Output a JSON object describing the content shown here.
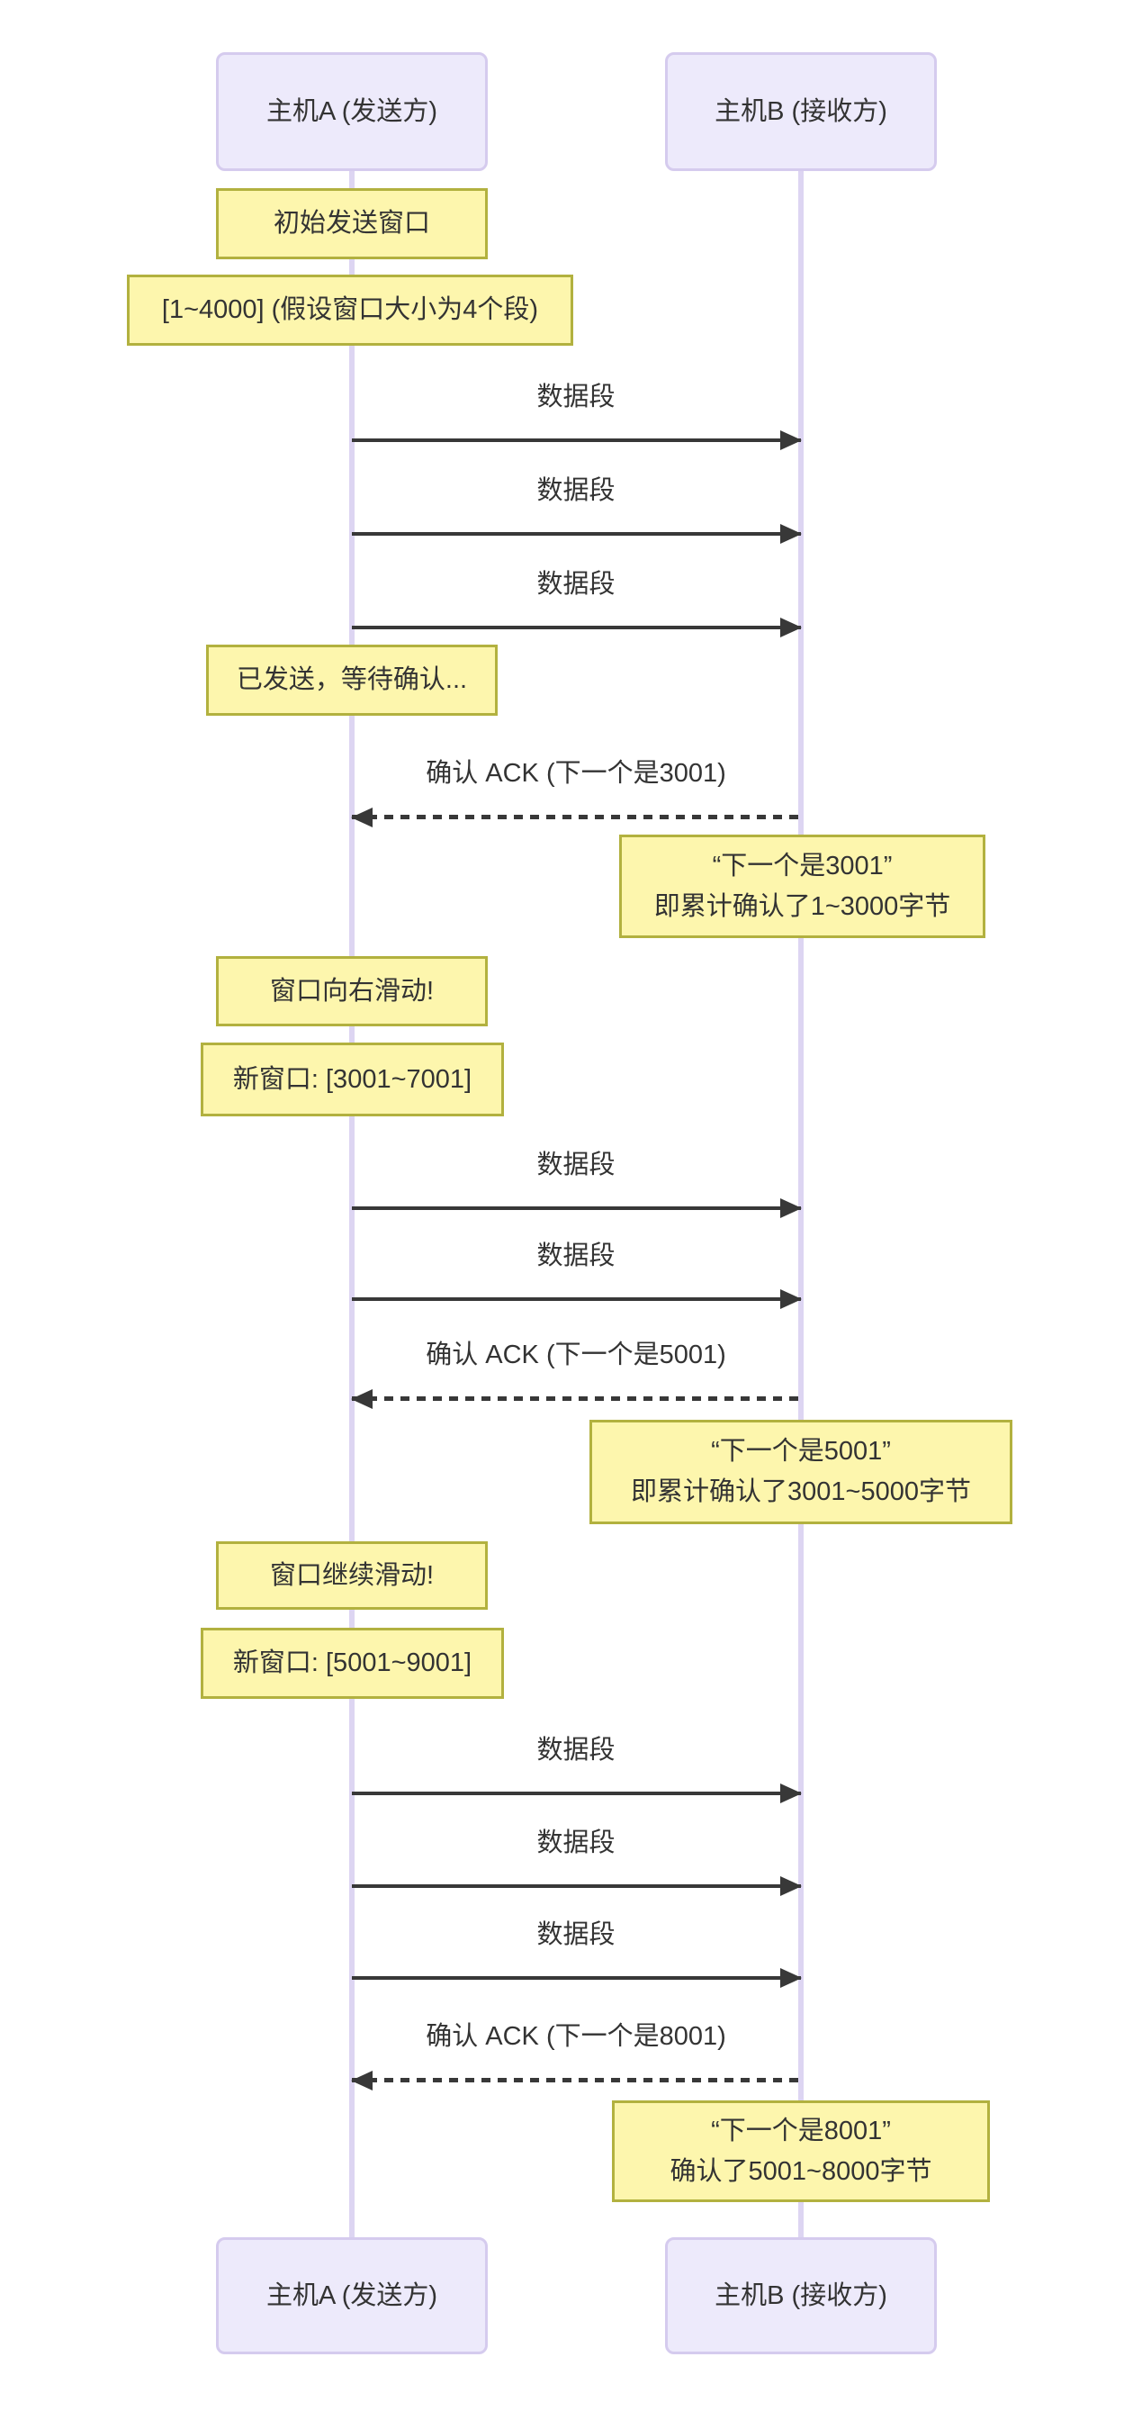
{
  "colors": {
    "text": "#333333",
    "arrow": "#383838",
    "note-fill": "#fdf6ad",
    "note-border": "#b2b13f",
    "actor-fill": "#edeafb",
    "actor-border": "#d5cbee",
    "lifeline": "#ddd5f2"
  },
  "actors": {
    "a": {
      "label": "主机A (发送方)"
    },
    "b": {
      "label": "主机B (接收方)"
    }
  },
  "notes": [
    {
      "text": "初始发送窗口"
    },
    {
      "text": "[1~4000] (假设窗口大小为4个段)"
    },
    {
      "text": "已发送，等待确认..."
    },
    {
      "line1": "“下一个是3001”",
      "line2": "即累计确认了1~3000字节"
    },
    {
      "text": "窗口向右滑动!"
    },
    {
      "text": "新窗口: [3001~7001]"
    },
    {
      "line1": "“下一个是5001”",
      "line2": "即累计确认了3001~5000字节"
    },
    {
      "text": "窗口继续滑动!"
    },
    {
      "text": "新窗口: [5001~9001]"
    },
    {
      "line1": "“下一个是8001”",
      "line2": "确认了5001~8000字节"
    }
  ],
  "messages": [
    {
      "label": "数据段"
    },
    {
      "label": "数据段"
    },
    {
      "label": "数据段"
    },
    {
      "label": "确认 ACK (下一个是3001)"
    },
    {
      "label": "数据段"
    },
    {
      "label": "数据段"
    },
    {
      "label": "确认 ACK (下一个是5001)"
    },
    {
      "label": "数据段"
    },
    {
      "label": "数据段"
    },
    {
      "label": "数据段"
    },
    {
      "label": "确认 ACK (下一个是8001)"
    }
  ]
}
